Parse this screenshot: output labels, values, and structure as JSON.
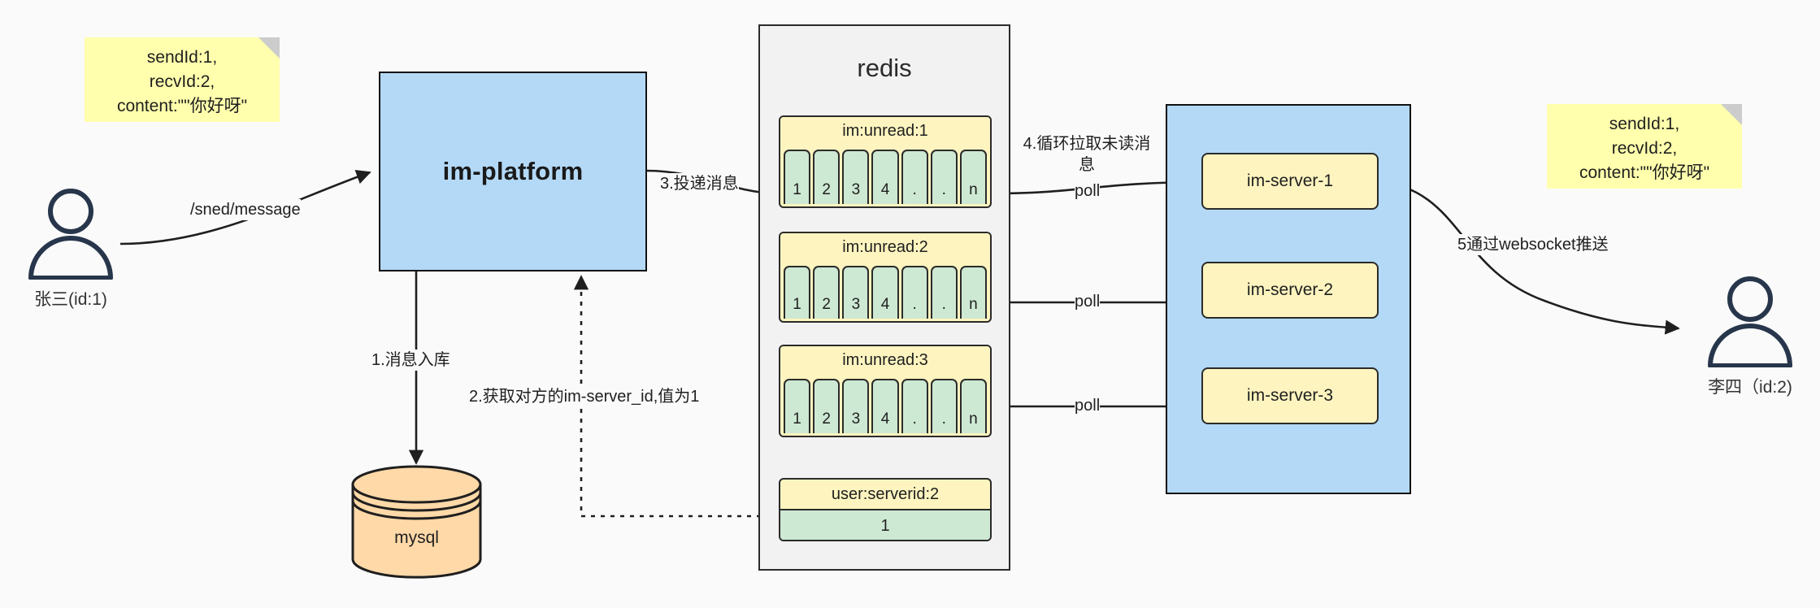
{
  "diagram": {
    "title": "IM message delivery architecture",
    "colors": {
      "note_bg": "#ffffad",
      "blue_box": "#b3d9f7",
      "redis_bg": "#f2f2f2",
      "key_yellow": "#fdf4bf",
      "value_green": "#cde8d3",
      "mysql_orange": "#ffd9a8",
      "stroke": "#2b2b2b",
      "actor_stroke": "#27364b"
    }
  },
  "notes": {
    "left": "sendId:1,\nrecvId:2,\ncontent:\"\"你好呀\"",
    "right": "sendId:1,\nrecvId:2,\ncontent:\"\"你好呀\""
  },
  "actors": {
    "sender": {
      "label": "张三(id:1)"
    },
    "receiver": {
      "label": "李四（id:2)"
    }
  },
  "platform": {
    "label": "im-platform"
  },
  "datastore": {
    "label": "mysql"
  },
  "redis": {
    "title": "redis",
    "lists": [
      {
        "key": "im:unread:1",
        "cells": [
          "1",
          "2",
          "3",
          "4",
          ".",
          ".",
          "n"
        ]
      },
      {
        "key": "im:unread:2",
        "cells": [
          "1",
          "2",
          "3",
          "4",
          ".",
          ".",
          "n"
        ]
      },
      {
        "key": "im:unread:3",
        "cells": [
          "1",
          "2",
          "3",
          "4",
          ".",
          ".",
          "n"
        ]
      }
    ],
    "kv": {
      "key": "user:serverid:2",
      "value": "1"
    }
  },
  "servers": {
    "items": [
      {
        "label": "im-server-1"
      },
      {
        "label": "im-server-2"
      },
      {
        "label": "im-server-3"
      }
    ]
  },
  "edges": {
    "send_message": "/sned/message",
    "step1": "1.消息入库",
    "step2": "2.获取对方的im-server_id,值为1",
    "step3": "3.投递消息",
    "step4": "4.循环拉取未读消\n息",
    "step5": "5通过websocket推送",
    "poll1": "poll",
    "poll2": "poll",
    "poll3": "poll"
  }
}
